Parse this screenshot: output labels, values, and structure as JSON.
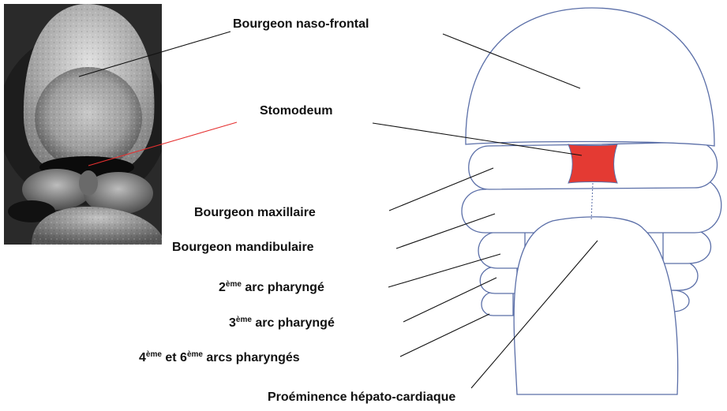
{
  "labels": {
    "naso_frontal": "Bourgeon naso-frontal",
    "stomodeum": "Stomodeum",
    "maxillaire": "Bourgeon maxillaire",
    "mandibulaire": "Bourgeon mandibulaire",
    "arc2": {
      "num": "2",
      "sup": "ème",
      "text": " arc pharyngé"
    },
    "arc3": {
      "num": "3",
      "sup": "ème",
      "text": " arc pharyngé"
    },
    "arc46": {
      "num1": "4",
      "sup1": "ème",
      "mid": " et 6",
      "sup2": "ème",
      "text": " arcs pharyngés"
    },
    "hepato": "Proéminence hépato-cardiaque"
  },
  "photo": {
    "description_icon": "embryo-sem-photo"
  },
  "colors": {
    "drawing_outline": "#5b6fa8",
    "stomodeum_fill": "#e43a33",
    "leader_line": "#111111",
    "photo_leader_line": "#e53030"
  }
}
